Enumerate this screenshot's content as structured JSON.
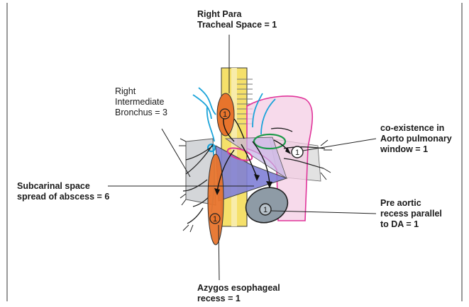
{
  "labels": {
    "right_para_tracheal": [
      "Right Para",
      "Tracheal Space = 1"
    ],
    "right_intermediate_bronchus": [
      "Right",
      "Intermediate",
      "Bronchus = 3"
    ],
    "coexistence_ap_window": [
      "co-existence in",
      "Aorto pulmonary",
      "window = 1"
    ],
    "subcarinal_space": [
      "Subcarinal space",
      "spread of abscess = 6"
    ],
    "pre_aortic_recess": [
      "Pre aortic",
      "recess parallel",
      "to DA = 1"
    ],
    "azygos_esophageal": [
      "Azygos esophageal",
      "recess = 1"
    ]
  },
  "markers": {
    "tracheal": "1",
    "ap_window": "1",
    "pre_aortic": "1",
    "azygos": "1"
  },
  "colors": {
    "trachea_yellow": "#f5e06a",
    "abscess_orange": "#e8742c",
    "subcarinal_purple": "#7f7fd6",
    "aorta_magenta": "#e0349a",
    "vessel_blue": "#1aa3d9",
    "ap_green": "#1e9a4a",
    "pre_aortic_gray": "#8e9ba6"
  }
}
